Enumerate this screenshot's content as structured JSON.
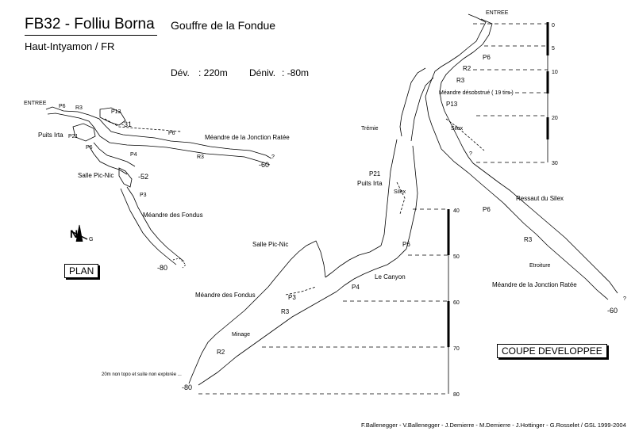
{
  "header": {
    "title": "FB32 - Folliu Borna",
    "subtitle": "Gouffre de la Fondue",
    "region": "Haut-Intyamon / FR",
    "dev_label": "Dév.",
    "dev_value": ":  220m",
    "deniv_label": "Déniv.",
    "deniv_value": ":  -80m"
  },
  "plan": {
    "box_label": "PLAN",
    "labels": {
      "entree": "ENTREE",
      "p6_a": "P6",
      "r3_a": "R3",
      "p13": "P13",
      "depth_31": "-31",
      "puits_irta": "Puits Irta",
      "p21": "P21",
      "p6_b": "P6",
      "p6_c": "P6",
      "meandre_jonction": "Méandre de la Jonction Ratée",
      "p4": "P4",
      "r3_b": "R3",
      "question": "?",
      "depth_60": "-60",
      "salle_pic_nic": "Salle Pic-Nic",
      "depth_52": "-52",
      "p3": "P3",
      "meandre_fondus": "Méandre des Fondus",
      "depth_80": "-80",
      "north": "N",
      "north_g": "G"
    }
  },
  "coupe": {
    "box_label": "COUPE DEVELOPPEE",
    "labels": {
      "entree": "ENTREE",
      "p6_a": "P6",
      "r2_a": "R2",
      "r3_a": "R3",
      "meandre_desobstrue": "Méandre désobstrué ( 19 tirs )",
      "p13": "P13",
      "silex_a": "Silex",
      "tremie": "Trémie",
      "question_a": "?",
      "p21": "P21",
      "puits_irta": "Puits Irta",
      "silex_b": "Silex",
      "ressaut_silex": "Ressaut du Silex",
      "p6_b": "P6",
      "r3_b": "R3",
      "etroiture": "Etroiture",
      "meandre_jonction": "Méandre de la Jonction Ratée",
      "question_b": "?",
      "depth_60": "-60",
      "salle_pic_nic": "Salle Pic-Nic",
      "p6_c": "P6",
      "le_canyon": "Le Canyon",
      "p4": "P4",
      "meandre_fondus": "Méandre des Fondus",
      "p3": "P3",
      "r3_c": "R3",
      "minage": "Minage",
      "r2_b": "R2",
      "note": "20m non topo et suite non explorée ...",
      "depth_80": "-80"
    },
    "scale_upper": [
      "0",
      "5",
      "10",
      "20",
      "30"
    ],
    "scale_lower": [
      "40",
      "50",
      "60",
      "70",
      "80"
    ]
  },
  "credits": "F.Ballenegger - V.Ballenegger - J.Demierre - M.Demierre - J.Hottinger - G.Rosselet  /  GSL 1999-2004"
}
